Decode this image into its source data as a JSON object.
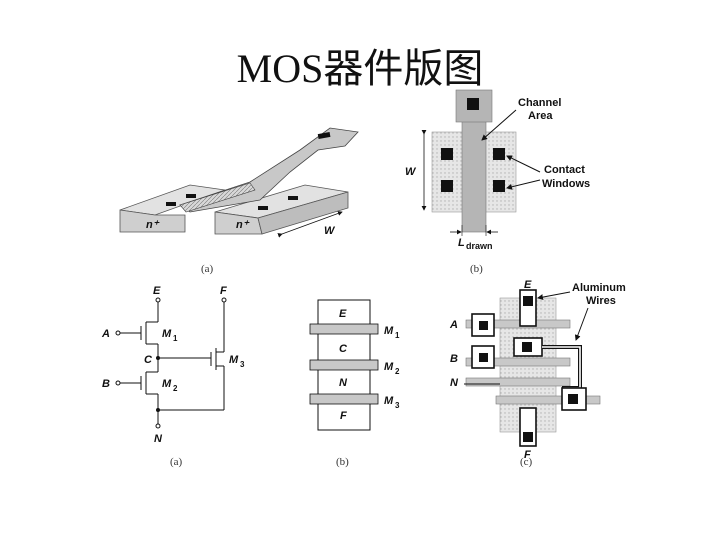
{
  "title": "MOS器件版图",
  "panel_top_a": {
    "caption": "(a)",
    "n_plus_left": "n⁺",
    "n_plus_right": "n⁺",
    "width_label": "W"
  },
  "panel_top_b": {
    "caption": "(b)",
    "channel_label_1": "Channel",
    "channel_label_2": "Area",
    "contact_label_1": "Contact",
    "contact_label_2": "Windows",
    "width_label": "W",
    "length_label_main": "L",
    "length_label_sub": "drawn"
  },
  "panel_bot_a": {
    "caption": "(a)",
    "node_e": "E",
    "node_f": "F",
    "node_a": "A",
    "node_c": "C",
    "node_b": "B",
    "node_n": "N",
    "m1": "M",
    "m1_sub": "1",
    "m2": "M",
    "m2_sub": "2",
    "m3": "M",
    "m3_sub": "3"
  },
  "panel_bot_b": {
    "caption": "(b)",
    "region_e": "E",
    "region_c": "C",
    "region_n": "N",
    "region_f": "F",
    "m1": "M",
    "m1_sub": "1",
    "m2": "M",
    "m2_sub": "2",
    "m3": "M",
    "m3_sub": "3"
  },
  "panel_bot_c": {
    "caption": "(c)",
    "node_e": "E",
    "node_a": "A",
    "node_b": "B",
    "node_n": "N",
    "node_f": "F",
    "wire_label_1": "Aluminum",
    "wire_label_2": "Wires"
  }
}
